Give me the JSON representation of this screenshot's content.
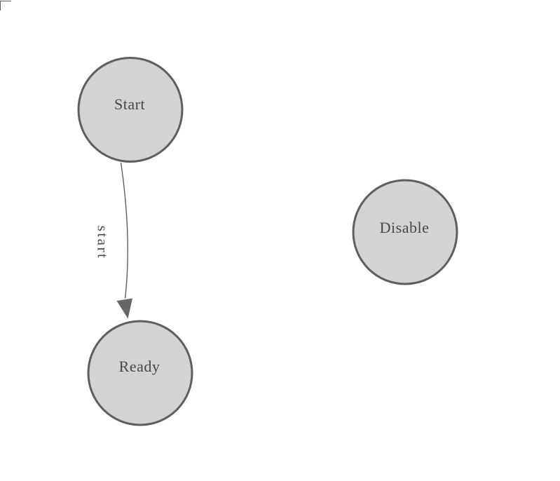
{
  "diagram": {
    "nodes": [
      {
        "id": "start",
        "label": "Start"
      },
      {
        "id": "ready",
        "label": "Ready"
      },
      {
        "id": "disable",
        "label": "Disable"
      }
    ],
    "edges": [
      {
        "from": "start",
        "to": "ready",
        "label": "start"
      }
    ]
  },
  "colors": {
    "background": "#ffffff",
    "node_fill": "#d3d3d3",
    "node_stroke": "#5e5e5e",
    "node_text": "#474747",
    "edge_stroke": "#5f5f5f",
    "arrowhead_fill": "#666666",
    "edge_label_text": "#4a4a4a",
    "corner_mark": "#606060"
  }
}
